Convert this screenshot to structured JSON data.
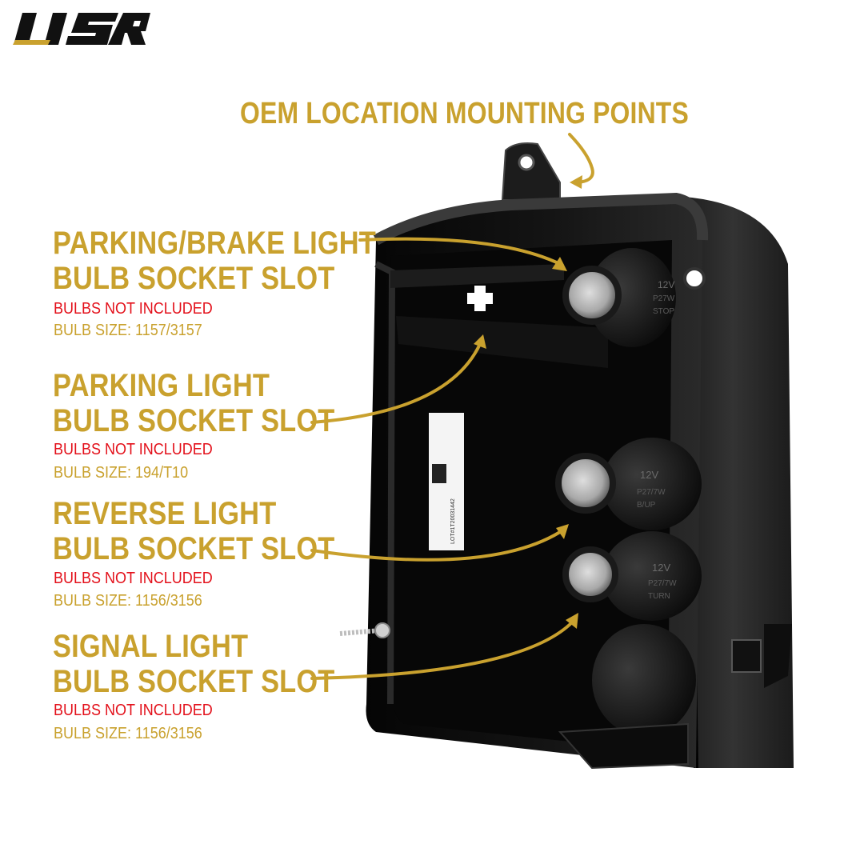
{
  "brand": {
    "logo_text": "USR"
  },
  "colors": {
    "accent_gold": "#c9a12e",
    "warning_red": "#e3111b",
    "housing": "#111111"
  },
  "header": {
    "mounting_points": "OEM LOCATION MOUNTING POINTS"
  },
  "sockets": [
    {
      "title_line1": "PARKING/BRAKE LIGHT",
      "title_line2": "BULB SOCKET SLOT",
      "note": "BULBS NOT INCLUDED",
      "size": "BULB SIZE: 1157/3157"
    },
    {
      "title_line1": "PARKING LIGHT",
      "title_line2": "BULB SOCKET SLOT",
      "note": "BULBS NOT INCLUDED",
      "size": "BULB SIZE: 194/T10"
    },
    {
      "title_line1": "REVERSE LIGHT",
      "title_line2": "BULB SOCKET SLOT",
      "note": "BULBS NOT INCLUDED",
      "size": "BULB SIZE: 1156/3156"
    },
    {
      "title_line1": "SIGNAL LIGHT",
      "title_line2": "BULB SOCKET SLOT",
      "note": "BULBS NOT INCLUDED",
      "size": "BULB SIZE: 1156/3156"
    }
  ],
  "housing_marks": {
    "top_socket": [
      "12V",
      "P27W",
      "STOP"
    ],
    "mid_socket": [
      "12V",
      "P27/7W",
      "B/UP"
    ],
    "low_socket": [
      "12V",
      "P27/7W",
      "TURN"
    ],
    "sticker_code": "LOT#1T20031442"
  }
}
